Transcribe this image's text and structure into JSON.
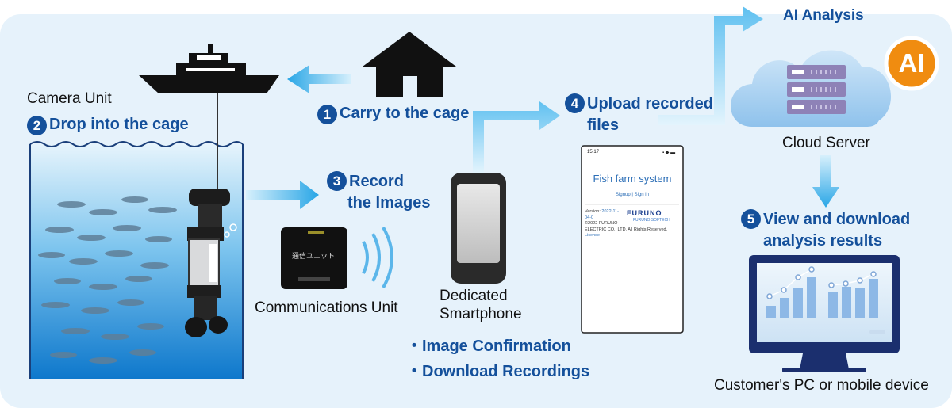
{
  "labels": {
    "camera_unit": "Camera Unit",
    "communications_unit": "Communications Unit",
    "dedicated_smartphone_line1": "Dedicated",
    "dedicated_smartphone_line2": "Smartphone",
    "ai_analysis": "AI Analysis",
    "cloud_server": "Cloud Server",
    "customer_device": "Customer's PC or mobile device",
    "ai_badge": "AI",
    "comm_unit_text": "通信ユニット"
  },
  "steps": [
    {
      "number": "1",
      "lines": [
        "Carry to the cage"
      ]
    },
    {
      "number": "2",
      "lines": [
        "Drop into the cage"
      ]
    },
    {
      "number": "3",
      "lines": [
        "Record",
        "the Images"
      ]
    },
    {
      "number": "4",
      "lines": [
        "Upload recorded",
        "files"
      ]
    },
    {
      "number": "5",
      "lines": [
        "View and download",
        "analysis results"
      ]
    }
  ],
  "smartphone_features": [
    "・Image Confirmation",
    "・Download Recordings"
  ],
  "phone_screen": {
    "time": "15:17",
    "app_title": "Fish farm system",
    "signup": "Signup",
    "separator": "|",
    "signin": "Sign in",
    "version_label": "Version:",
    "version_value": "2022-11-",
    "version_value2": "04-0",
    "copyright": "©2022 FURUNO",
    "copyright2": "ELECTRIC CO., LTD. All Rights Reserved.",
    "license": "License",
    "brand": "FURUNO",
    "brand_sub": "FURUNO SOFTECH"
  },
  "colors": {
    "background_panel": "#e6f2fb",
    "step_blue": "#14509b",
    "arrow_light": "#b9e3fa",
    "arrow_dark": "#2aa9e8",
    "water_top": "#d9effb",
    "water_bottom": "#0f7fd0",
    "ai_orange": "#f08c10"
  }
}
